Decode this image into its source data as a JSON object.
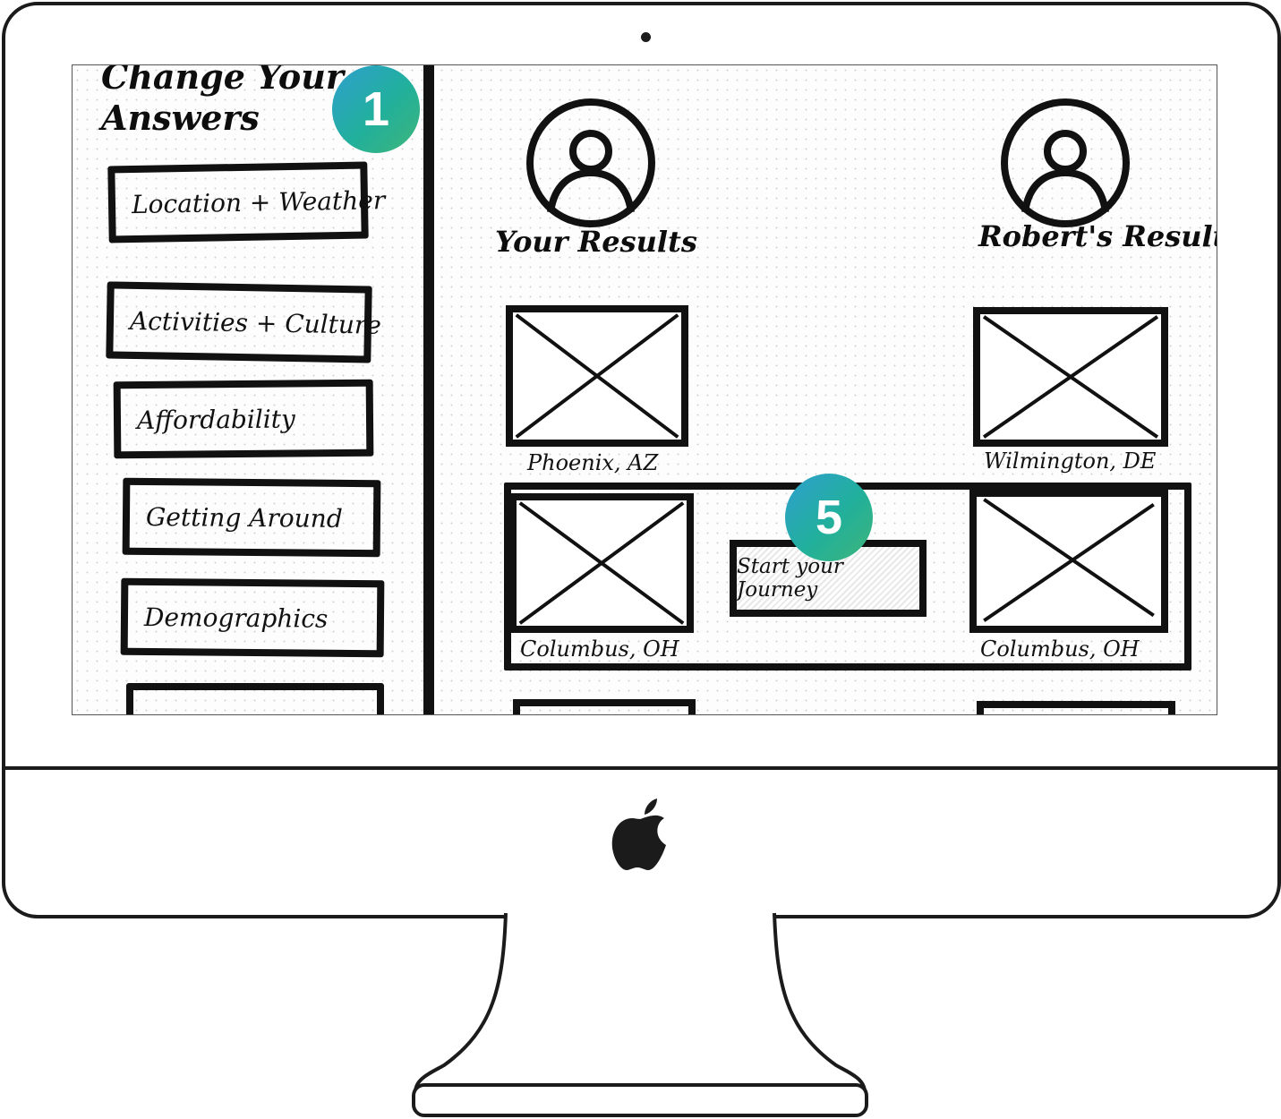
{
  "colors": {
    "ink": "#111111",
    "badge_gradient_start": "#2f9fcf",
    "badge_gradient_end": "#3fb57a",
    "badge_text": "#ffffff"
  },
  "device": {
    "frame": "iMac",
    "logo_icon": "apple-logo-icon"
  },
  "sidebar": {
    "title": "Change Your Answers",
    "items": [
      {
        "label": "Location + Weather"
      },
      {
        "label": "Activities + Culture"
      },
      {
        "label": "Affordability"
      },
      {
        "label": "Getting Around"
      },
      {
        "label": "Demographics"
      },
      {
        "label": ""
      }
    ]
  },
  "badges": {
    "sidebar": "1",
    "match": "5"
  },
  "results": {
    "you": {
      "label": "Your Results",
      "avatar_icon": "user-icon",
      "cities": [
        "Phoenix, AZ",
        "Columbus, OH"
      ]
    },
    "robert": {
      "label": "Robert's Results",
      "avatar_icon": "user-icon",
      "cities": [
        "Wilmington, DE",
        "Columbus, OH"
      ]
    },
    "image_placeholder_icon": "image-placeholder-icon"
  },
  "journey_button": {
    "label": "Start your Journey"
  }
}
